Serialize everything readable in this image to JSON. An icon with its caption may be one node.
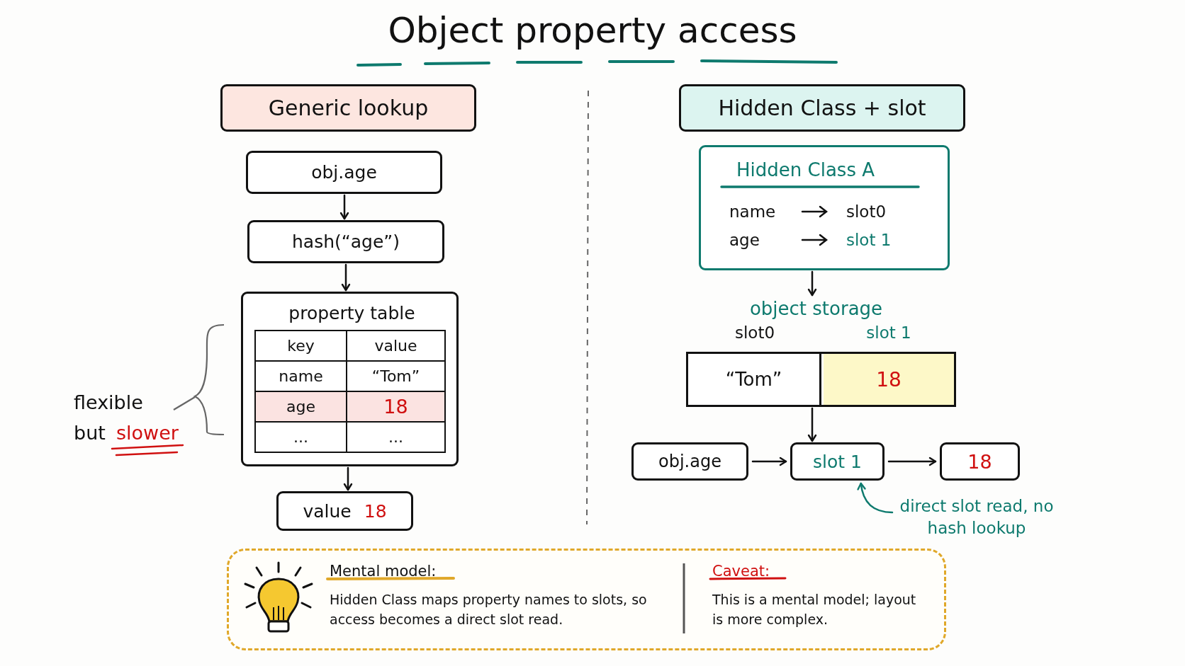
{
  "diagram": {
    "title": "Object property access",
    "nodes": [
      {
        "text": [
          "Generic lookup"
        ]
      },
      {
        "text": [
          "obj.age"
        ]
      },
      {
        "text": [
          "hash(“age”)"
        ]
      },
      {
        "text": [
          "property table"
        ]
      },
      {
        "text": [
          "value",
          "18"
        ]
      },
      {
        "text": [
          "Hidden Class + slot"
        ]
      },
      {
        "text": [
          "Hidden Class A"
        ]
      },
      {
        "text": [
          "object storage"
        ]
      },
      {
        "text": [],
        "shape": "bar"
      },
      {
        "text": [
          "“Tom”"
        ],
        "in": 8,
        "beside": [
          "slot0"
        ]
      },
      {
        "text": [
          "18"
        ],
        "in": 8,
        "beside": [
          "slot 1"
        ]
      },
      {
        "text": [
          "obj.age"
        ]
      },
      {
        "text": [
          "slot 1"
        ]
      },
      {
        "text": [
          "18"
        ]
      },
      {
        "text": [
          "direct slot read, no hash lookup"
        ]
      },
      {
        "text": [
          "Mental model:",
          "Hidden Class maps property names to slots, so access becomes a direct slot read.",
          "Caveat:",
          "This is a mental model; layout is more complex."
        ]
      }
    ],
    "edges": [
      {
        "from": 1,
        "to": 2,
        "arrow": "to"
      },
      {
        "from": 2,
        "to": 3,
        "arrow": "to"
      },
      {
        "from": 3,
        "to": 4,
        "arrow": "to"
      },
      {
        "from": 6,
        "to": 7,
        "arrow": "to"
      },
      {
        "from": 8,
        "to": 12,
        "arrow": "to"
      },
      {
        "from": 11,
        "to": 12,
        "arrow": "to"
      },
      {
        "from": 12,
        "to": 13,
        "arrow": "to"
      },
      {
        "from": 14,
        "to": 12,
        "arrow": "to",
        "color": "#0e7a6e"
      }
    ],
    "labels": [
      "name",
      "slot0",
      "age",
      "slot 1",
      "key",
      "value",
      "name",
      "“Tom”",
      "age",
      "18",
      "...",
      "...",
      "flexible",
      "but",
      "slower"
    ]
  }
}
